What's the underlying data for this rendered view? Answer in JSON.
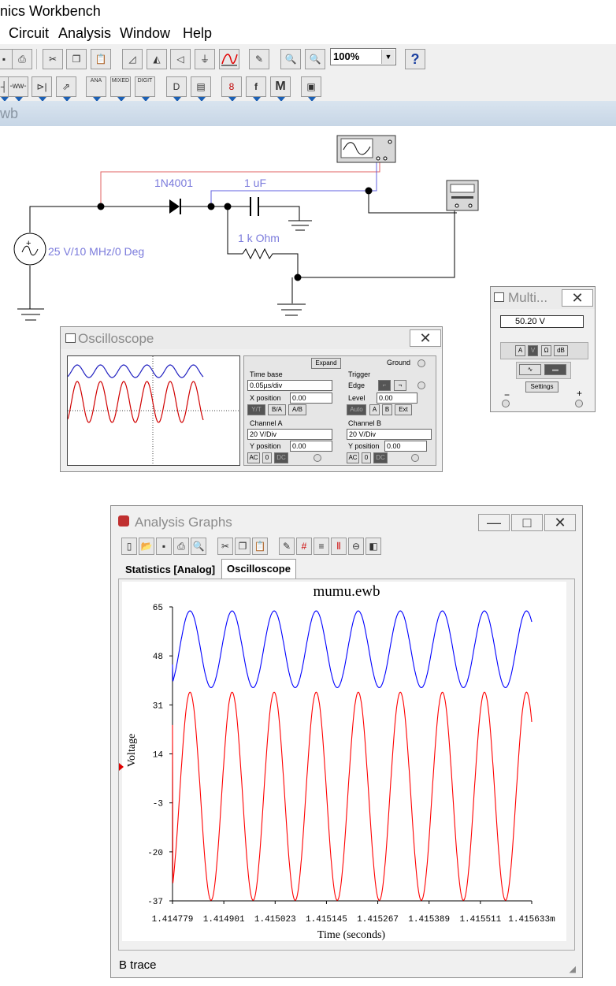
{
  "app": {
    "title": "nics Workbench"
  },
  "menu": [
    "Circuit",
    "Analysis",
    "Window",
    "Help"
  ],
  "toolbar": {
    "zoom": "100%",
    "help_label": "?"
  },
  "parts_toolbar": {
    "ana": "ANA",
    "mixed": "MIXED",
    "digit": "DIGIT",
    "f_label": "f",
    "m_label": "M"
  },
  "document": {
    "name": "wb"
  },
  "circuit": {
    "diode": "1N4001",
    "capacitor": "1 uF",
    "resistor": "1 k Ohm",
    "source": "25 V/10 MHz/0 Deg"
  },
  "oscilloscope": {
    "title": "Oscilloscope",
    "expand": "Expand",
    "ground": "Ground",
    "timebase": {
      "label": "Time base",
      "value": "0.05µs/div",
      "xpos_label": "X position",
      "xpos": "0.00",
      "modes": [
        "Y/T",
        "B/A",
        "A/B"
      ]
    },
    "trigger": {
      "label": "Trigger",
      "edge_label": "Edge",
      "level_label": "Level",
      "level": "0.00",
      "sources": [
        "Auto",
        "A",
        "B",
        "Ext"
      ]
    },
    "channel_a": {
      "label": "Channel A",
      "value": "20 V/Div",
      "ypos_label": "Y position",
      "ypos": "0.00",
      "coupling": [
        "AC",
        "0",
        "DC"
      ]
    },
    "channel_b": {
      "label": "Channel B",
      "value": "20 V/Div",
      "ypos_label": "Y position",
      "ypos": "0.00",
      "coupling": [
        "AC",
        "0",
        "DC"
      ]
    }
  },
  "multimeter": {
    "title": "Multi...",
    "display": "50.20  V",
    "modes": [
      "A",
      "V",
      "Ω",
      "dB"
    ],
    "settings": "Settings",
    "minus": "−",
    "plus": "+"
  },
  "analysis": {
    "title": "Analysis Graphs",
    "tabs": [
      "Statistics [Analog]",
      "Oscilloscope"
    ],
    "status": "B trace"
  },
  "chart_data": {
    "type": "line",
    "title": "mumu.ewb",
    "xlabel": "Time (seconds)",
    "ylabel": "Voltage",
    "ylim": [
      -37,
      65
    ],
    "yticks": [
      "65",
      "48",
      "31",
      "14",
      "-3",
      "-20",
      "-37"
    ],
    "xticks": [
      "1.414779",
      "1.414901",
      "1.415023",
      "1.415145",
      "1.415267",
      "1.415389",
      "1.415511",
      "1.415633m"
    ],
    "xlim": [
      1.414779,
      1.415633
    ],
    "grid": false,
    "series": [
      {
        "color": "#0000ff",
        "offset": 50.3,
        "amplitude": 13.3,
        "phase_deg": -60,
        "period": 0.0001,
        "start": 45
      },
      {
        "color": "#ff0000",
        "offset": -0.7,
        "amplitude": 36.1,
        "phase_deg": -60,
        "period": 0.0001,
        "start": 24
      }
    ]
  }
}
